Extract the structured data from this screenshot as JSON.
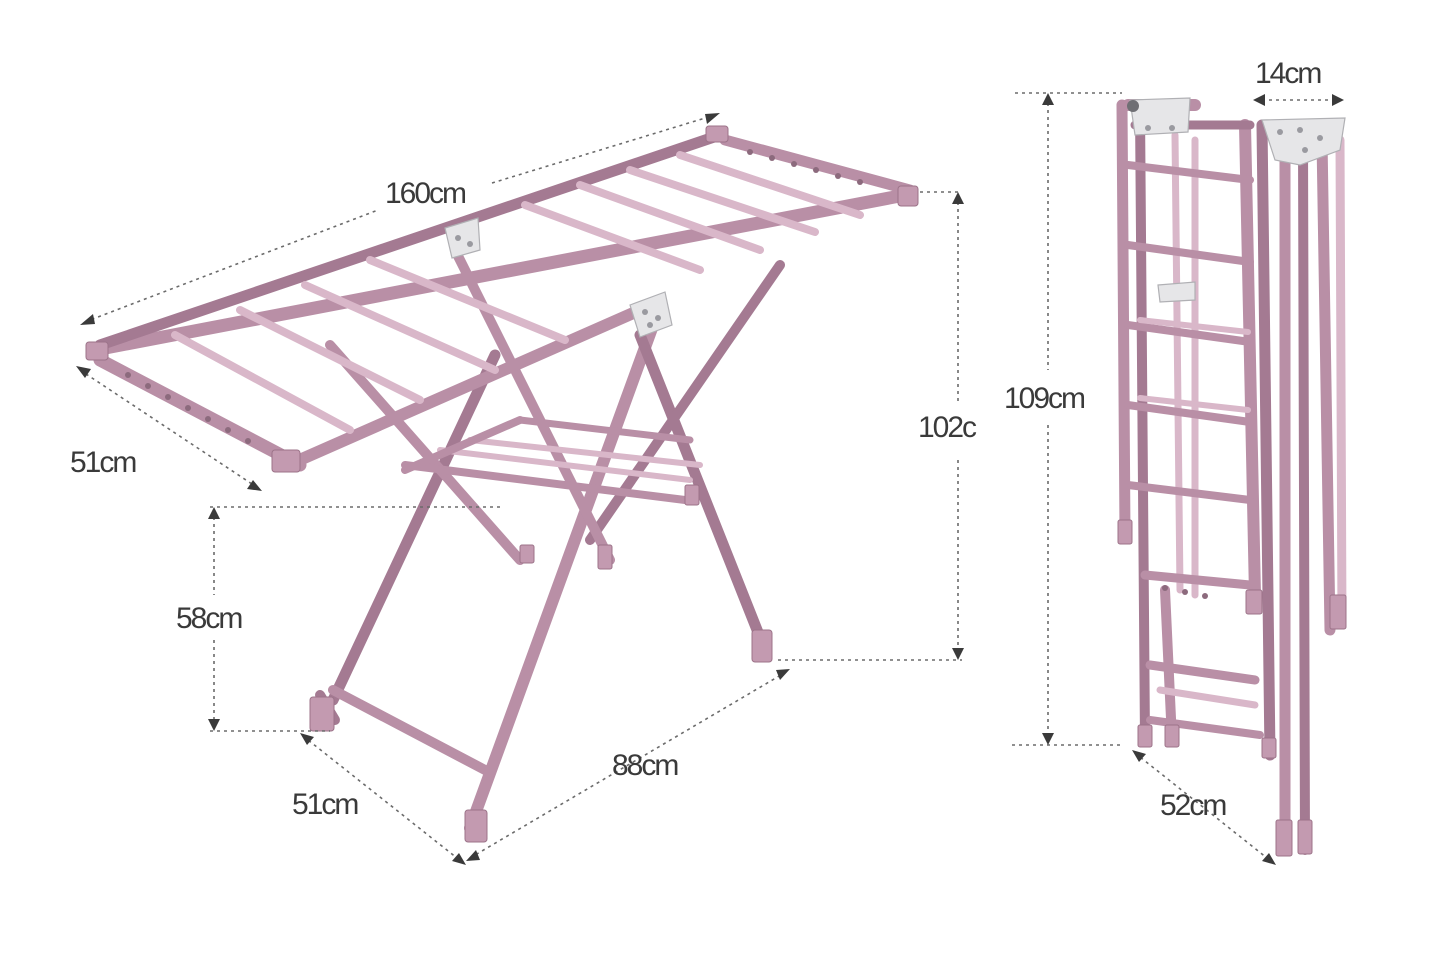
{
  "dimensions": {
    "open_length": "160cm",
    "open_wing_width": "51cm",
    "open_height": "102c",
    "lower_height": "58cm",
    "base_width": "51cm",
    "base_depth": "88cm",
    "folded_height": "109cm",
    "folded_thickness": "14cm",
    "folded_width": "52cm"
  },
  "colors": {
    "frame": "#b98fa6",
    "frame_shadow": "#a47a92",
    "frame_highlight": "#d9b7c9",
    "bracket": "#e6e6e8",
    "text": "#3a3a3a"
  },
  "icons": [
    "dimension-arrow-icon"
  ]
}
